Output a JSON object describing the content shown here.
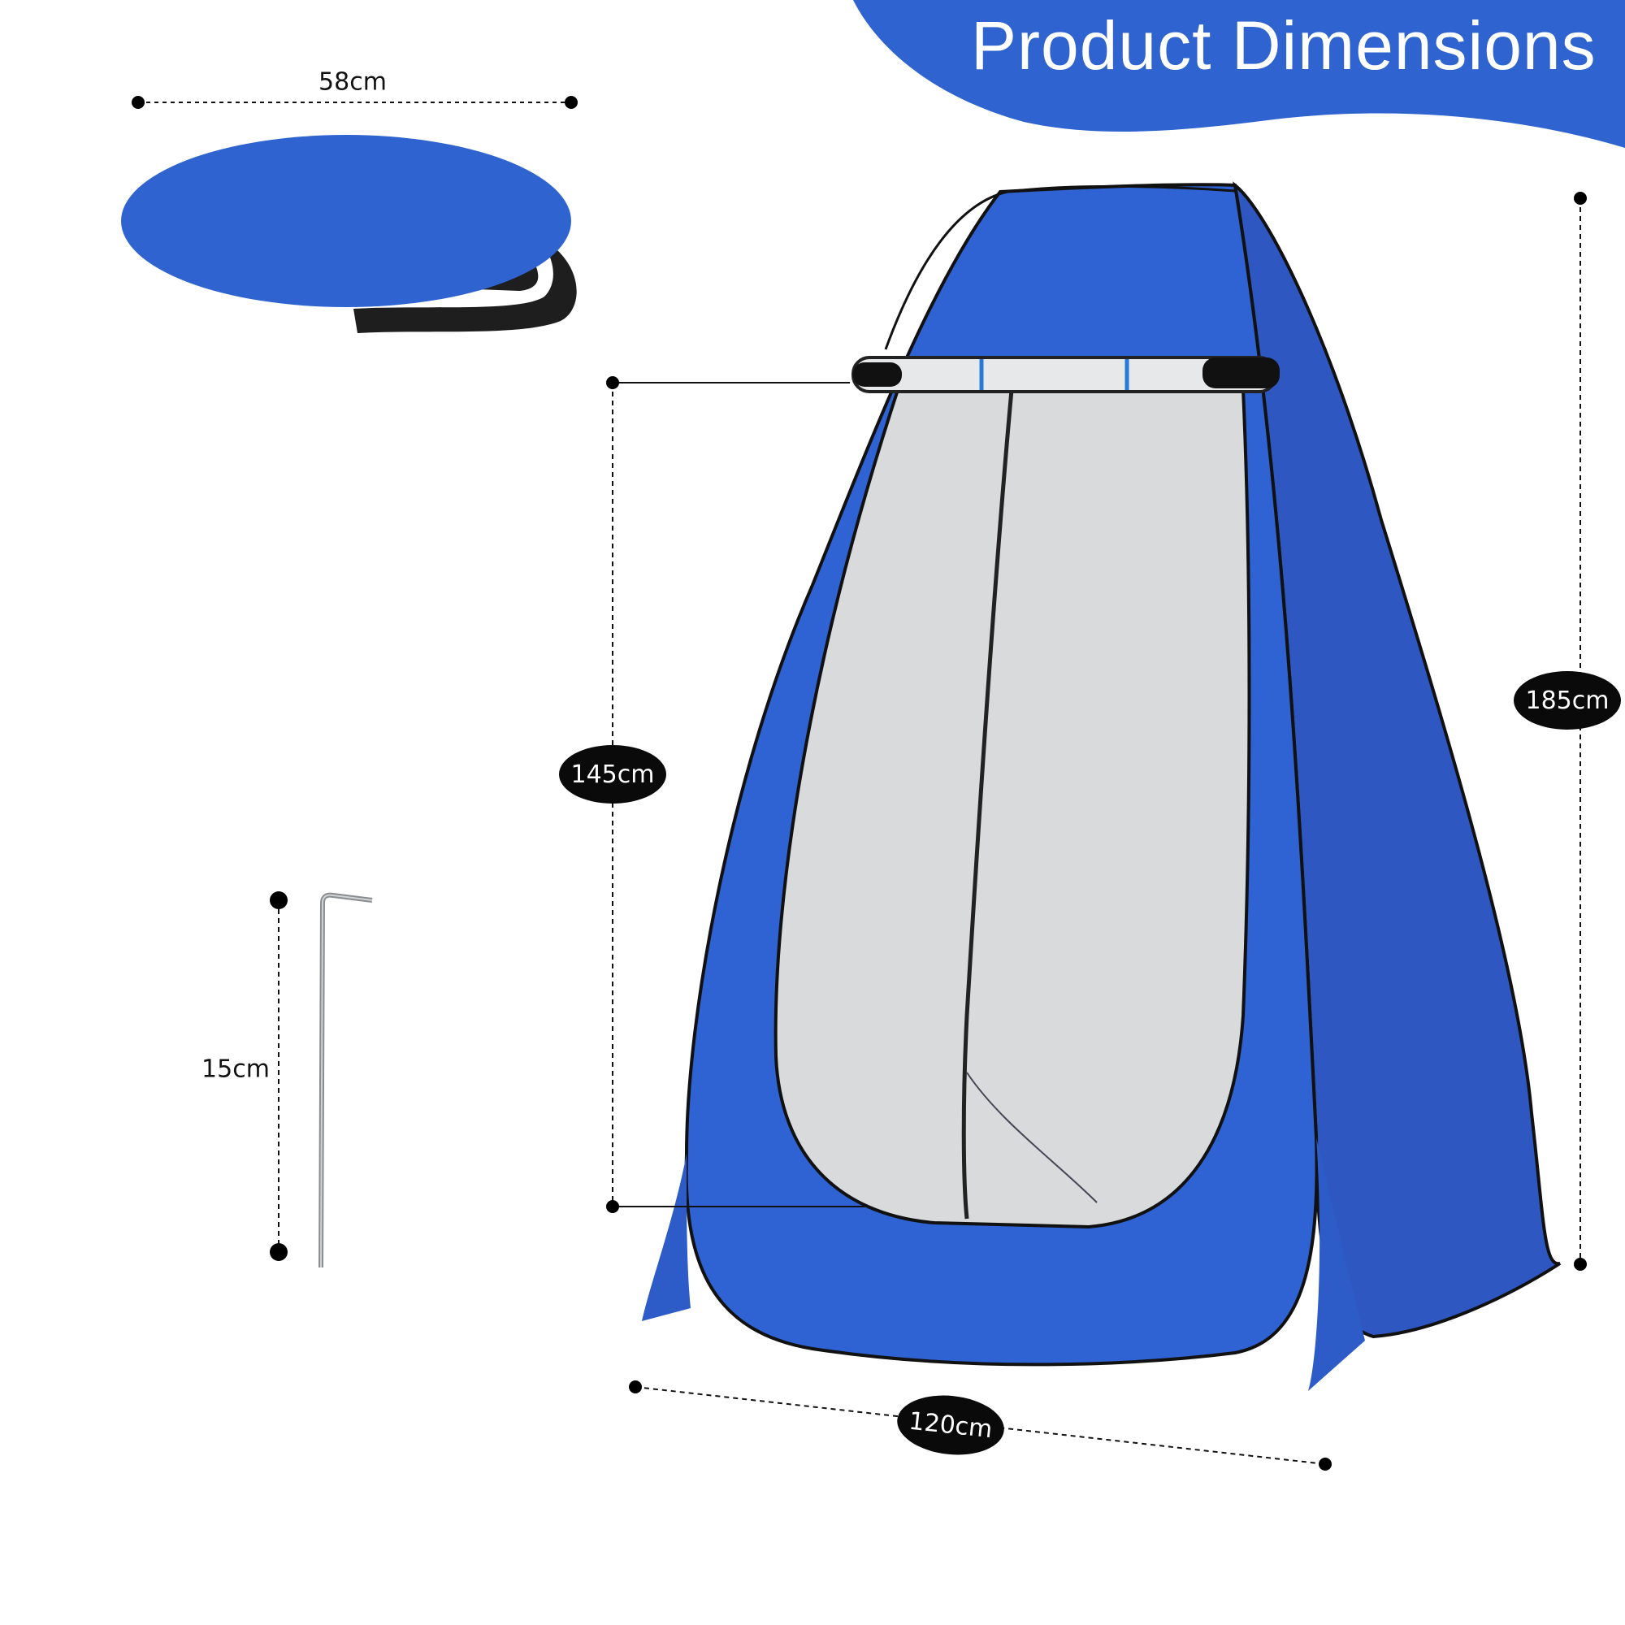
{
  "title": "Product Dimensions",
  "dimensions": {
    "bag_diameter": "58cm",
    "door_height": "145cm",
    "tent_height": "185cm",
    "tent_width": "120cm",
    "stake_length": "15cm"
  },
  "colors": {
    "banner": "#2f64d0",
    "tent_front": "#2f62d2",
    "tent_side": "#2e57c2",
    "mesh": "#d9dadc",
    "label_bg": "#0a0a0a"
  }
}
